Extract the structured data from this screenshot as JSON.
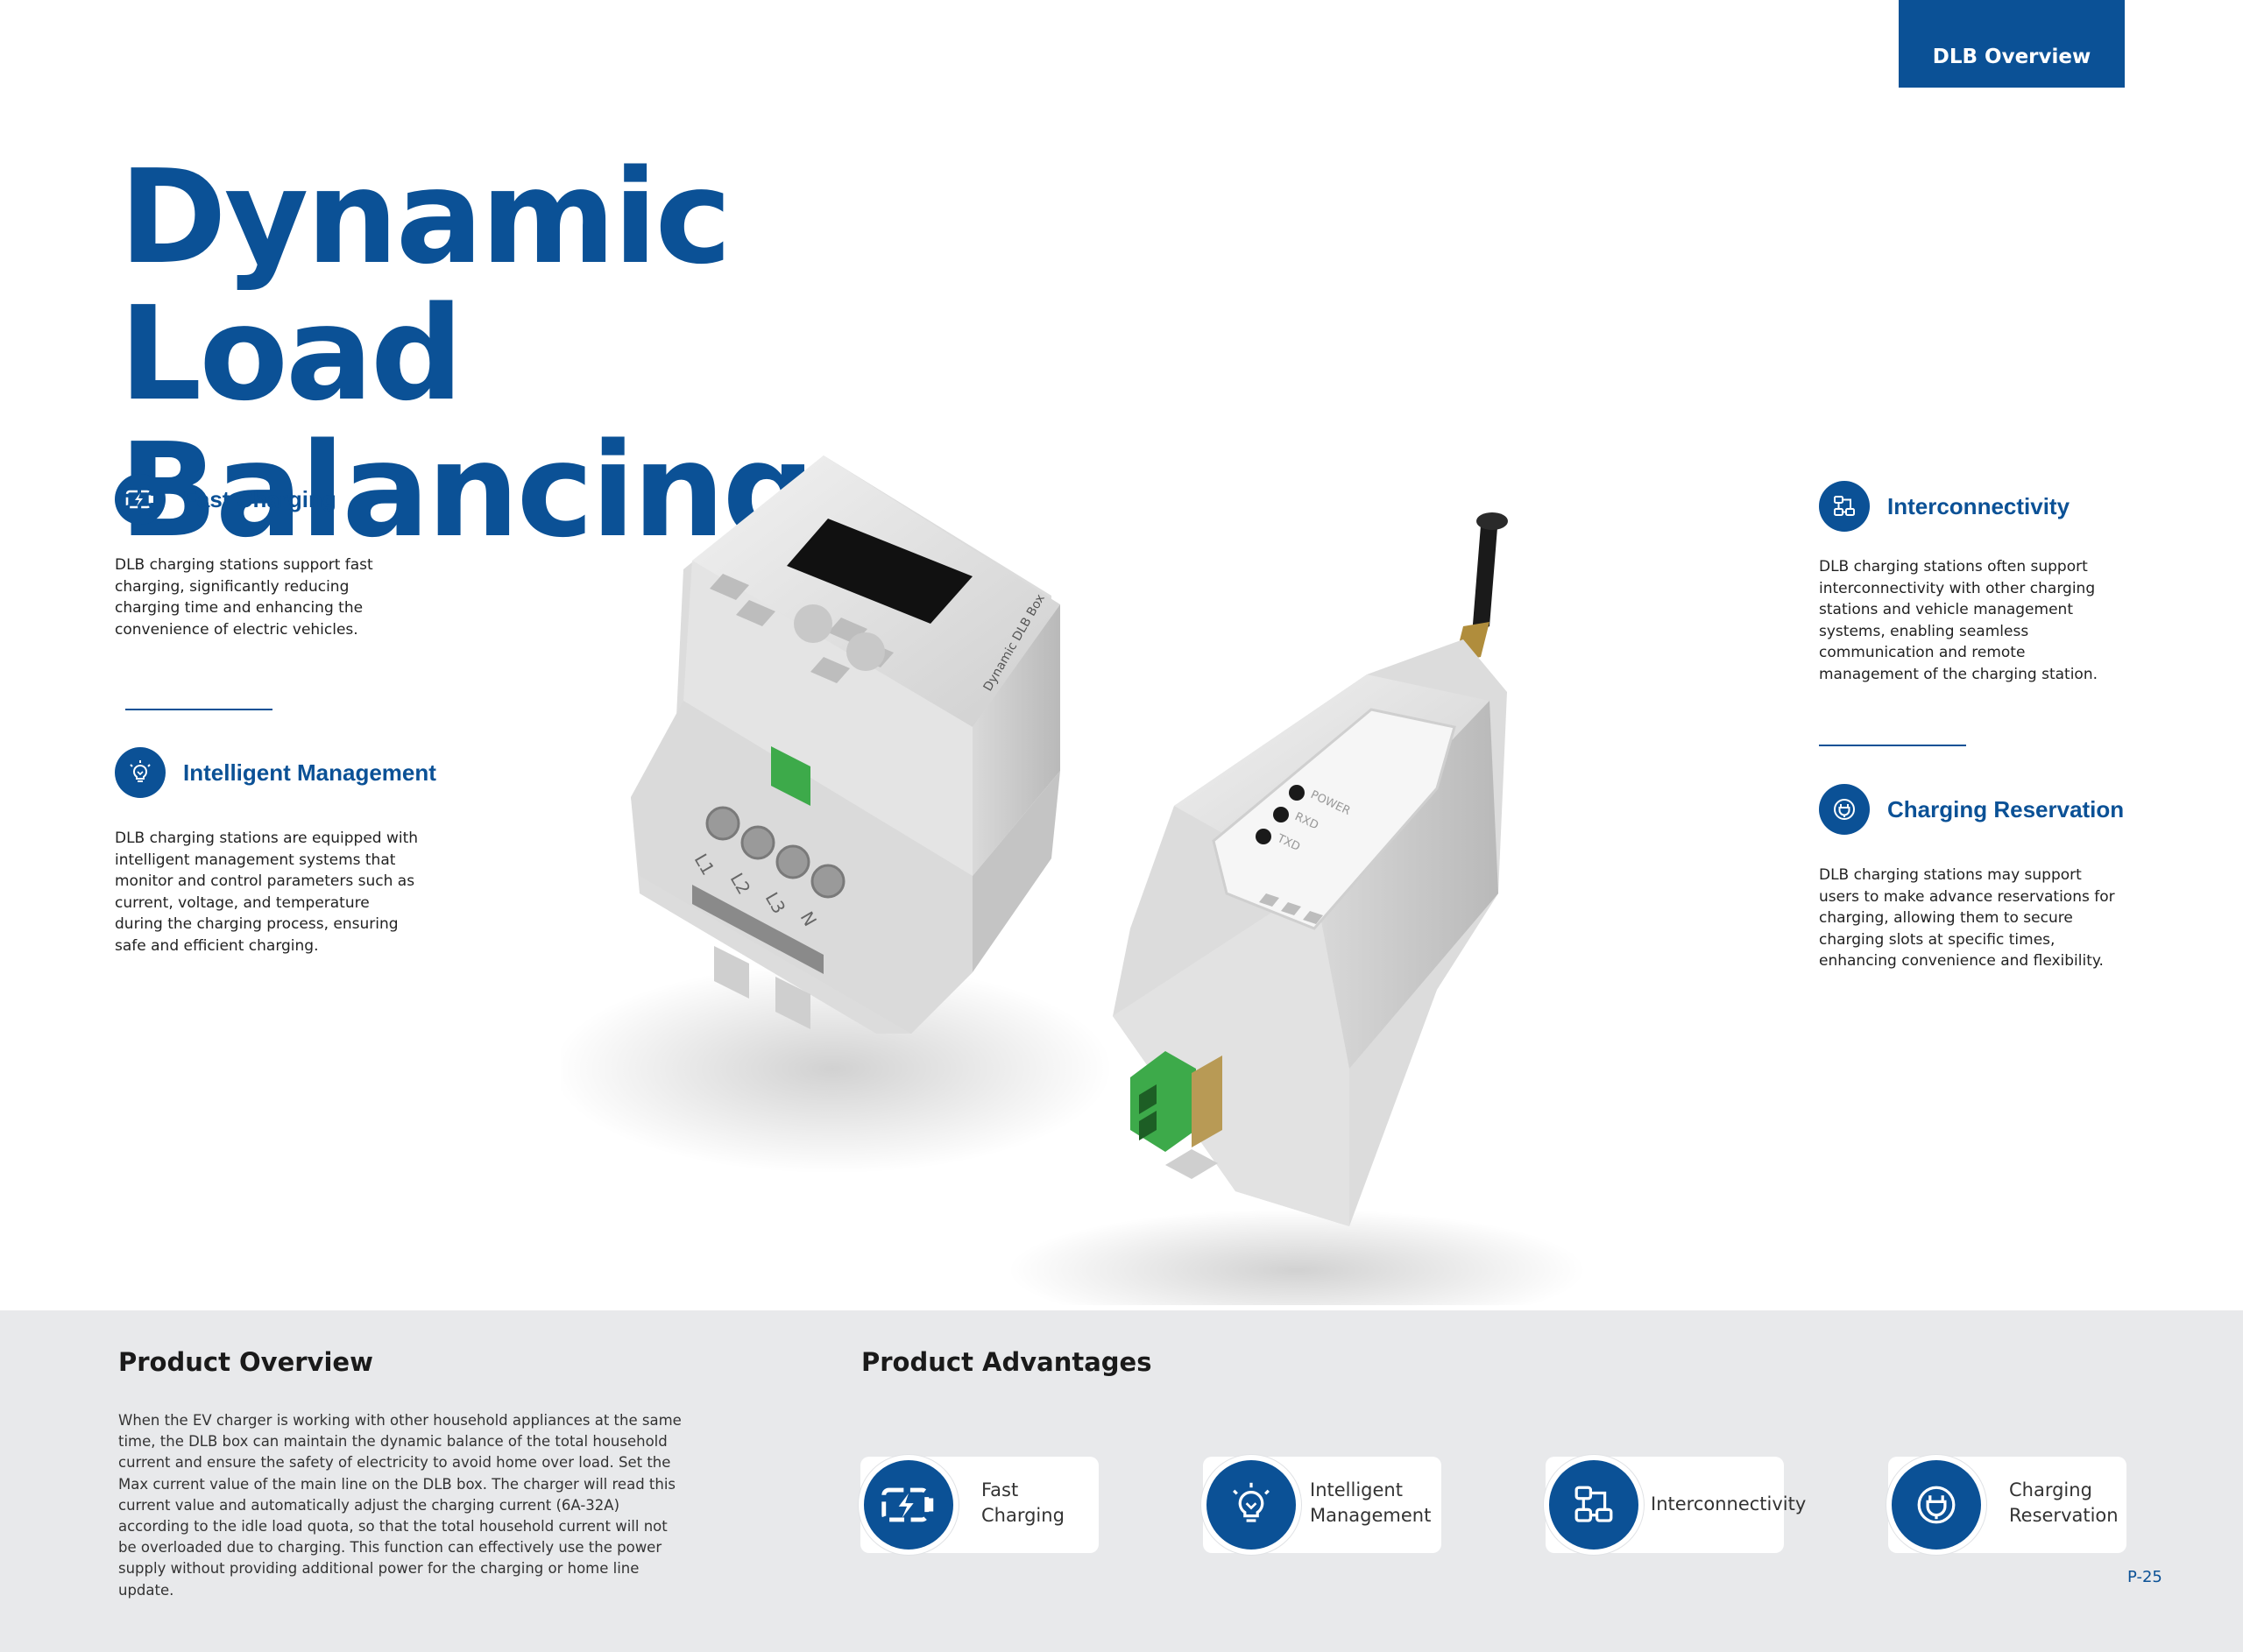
{
  "header": {
    "tab_label": "DLB Overview"
  },
  "hero": {
    "title_line1": "Dynamic Load",
    "title_line2": "Balancing"
  },
  "features": {
    "fast_charging": {
      "title": "Fast Charging",
      "description": "DLB charging stations support fast charging, significantly reducing charging time and enhancing the convenience of electric vehicles."
    },
    "intelligent_management": {
      "title": "Intelligent Management",
      "description": "DLB charging stations are equipped with intelligent management systems that monitor and control parameters such as current, voltage, and temperature during the charging process, ensuring safe and efficient charging."
    },
    "interconnectivity": {
      "title": "Interconnectivity",
      "description": "DLB charging stations often support interconnectivity with other charging stations and vehicle management systems, enabling seamless communication and remote management of the charging station."
    },
    "charging_reservation": {
      "title": "Charging Reservation",
      "description": "DLB charging stations may support users to make advance reservations for charging, allowing them to secure charging slots at specific times, enhancing convenience and flexibility."
    }
  },
  "product_labels": {
    "terminals": [
      "L1",
      "L2",
      "L3",
      "N"
    ],
    "leds": [
      "POWER",
      "RXD",
      "TXD"
    ]
  },
  "overview": {
    "heading": "Product Overview",
    "text": "When the EV charger is working with other household appliances at the same time, the DLB box can maintain the dynamic balance of the total household current and ensure the safety of electricity to avoid home over load. Set the Max current value of the main line on the DLB box. The charger will read this current value and automatically adjust the charging current (6A-32A) according to the idle load quota, so that the total household current will not be overloaded due to charging. This function can effectively use the power supply without providing additional power for the charging or home line update."
  },
  "advantages": {
    "heading": "Product Advantages",
    "items": [
      {
        "icon": "fast-charging-icon",
        "label": "Fast Charging"
      },
      {
        "icon": "intelligent-management-icon",
        "label": "Intelligent Management"
      },
      {
        "icon": "interconnectivity-icon",
        "label": "Interconnectivity"
      },
      {
        "icon": "charging-reservation-icon",
        "label": "Charging Reservation"
      }
    ]
  },
  "footer": {
    "page_number": "P-25"
  },
  "colors": {
    "brand_blue": "#0b5196",
    "panel_gray": "#e8e9eb"
  }
}
